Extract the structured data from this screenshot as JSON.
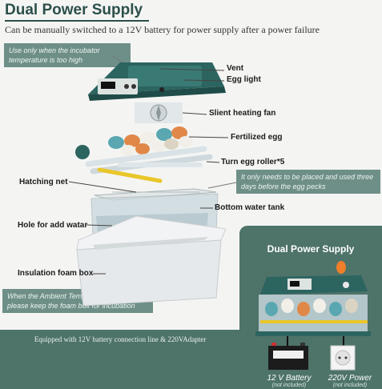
{
  "header": {
    "title": "Dual Power Supply",
    "subtitle": "Can be manually switched to a 12V battery for power supply after a power failure"
  },
  "notes": {
    "top": "Use only when the incubator temperature is too high",
    "middle": "It only needs to be placed and used three days before the egg pecks",
    "bottom": "When the Ambient Temperature < 15 °C please keep the foam box for incubation"
  },
  "labels": {
    "vent": "Vent",
    "egg_light": "Egg light",
    "fan": "Slient heating fan",
    "fertilized_egg": "Fertilized egg",
    "roller": "Turn egg roller*5",
    "hatching_net": "Hatching net",
    "water_tank": "Bottom water tank",
    "water_hole": "Hole for add watar",
    "foam_box": "Insulation foam box"
  },
  "panel": {
    "title": "Dual Power Supply",
    "battery_label": "12 V Battery",
    "battery_sub": "(not included)",
    "power_label": "220V Power",
    "power_sub": "(not included)"
  },
  "bottom": {
    "text": "Equipped with 12V battery connection line & 220VAdapter"
  },
  "colors": {
    "teal": "#2c6460",
    "panel": "#4e7369",
    "note": "#6e8f87"
  }
}
